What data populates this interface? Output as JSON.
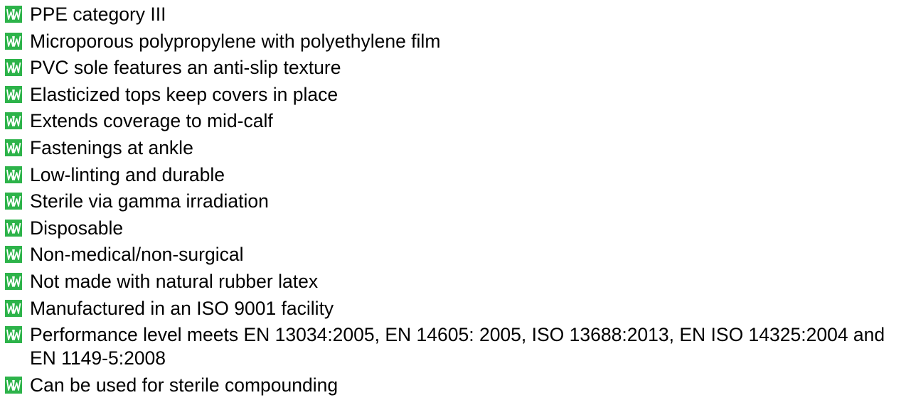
{
  "colors": {
    "bullet": "#2db34a",
    "text": "#000000",
    "background": "#ffffff"
  },
  "bullet_icon": "green-double-w-bullet-icon",
  "features": [
    "PPE category III",
    "Microporous polypropylene with polyethylene film",
    "PVC sole features an anti-slip texture",
    "Elasticized tops keep covers in place",
    "Extends coverage to mid-calf",
    "Fastenings at ankle",
    "Low-linting and durable",
    "Sterile via gamma irradiation",
    "Disposable",
    "Non-medical/non-surgical",
    "Not made with natural rubber latex",
    "Manufactured in an ISO 9001 facility",
    "Performance level meets EN 13034:2005, EN 14605: 2005, ISO 13688:2013, EN ISO 14325:2004 and EN 1149-5:2008",
    "Can be used for sterile compounding"
  ]
}
